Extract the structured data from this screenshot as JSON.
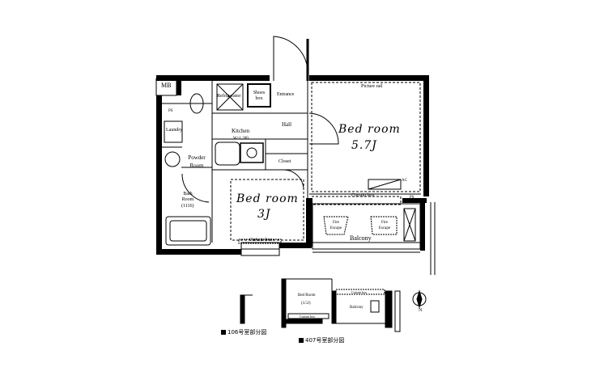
{
  "plan": {
    "rooms": {
      "mb": "MB",
      "ps_left": "PS",
      "ps_right": "PS",
      "refrigerator": "Refrigerator",
      "shoes_box": "Shoes box",
      "entrance": "Entrance",
      "hall": "Hall",
      "kitchen": "Kitchen",
      "kitchen_width": "W=1,200",
      "laundry": "Laundry",
      "powder_room": "Powder Room",
      "bath_room": "Bath Room",
      "bath_size": "(1116)",
      "closet": "Closet",
      "bedroom_small_name": "Bed room",
      "bedroom_small_size": "3J",
      "bedroom_large_name": "Bed room",
      "bedroom_large_size": "5.7J",
      "picture_rail": "Picture rail",
      "ac": "AC",
      "curtain_box_1": "Curtain box",
      "curtain_box_2": "Curtain box",
      "balcony": "Balcony",
      "fire_escape_1": "Fire Escape",
      "fire_escape_2": "Fire Escape"
    },
    "partial_plans": {
      "room_106_caption": "106号室部分図",
      "room_407_caption": "407号室部分図",
      "room_407_bedroom": "Bed Room",
      "room_407_bedroom_size": "(3.5J)",
      "room_407_balcony": "Balcony",
      "room_407_curtain_box_1": "Curtain box",
      "room_407_curtain_box_2": "Curtain box"
    },
    "compass_label": "N"
  }
}
